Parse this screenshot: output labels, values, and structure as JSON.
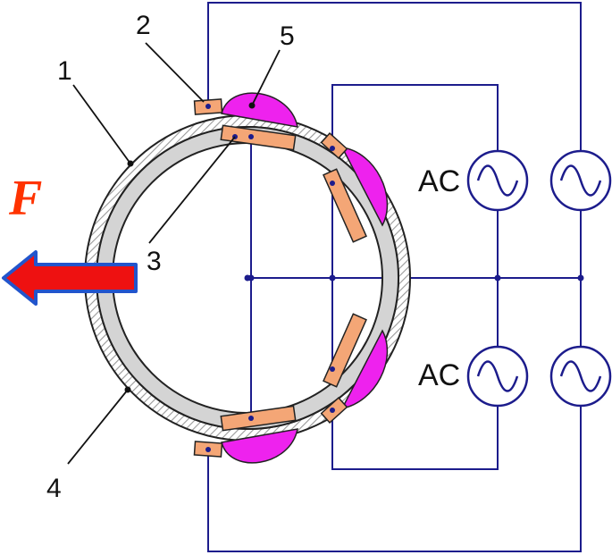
{
  "labels": {
    "force": "F",
    "part_1": "1",
    "part_2": "2",
    "part_3": "3",
    "part_4": "4",
    "part_5": "5",
    "ac_upper": "AC",
    "ac_lower": "AC"
  },
  "colors": {
    "wire": "#1c1c8c",
    "outer_shell_hatch": "#9a9a9a",
    "inner_ring": "#d4d4d4",
    "electrode": "#f4a676",
    "bulge": "#ee22ee",
    "force_arrow_fill": "#ee1111",
    "force_arrow_edge": "#2255cc",
    "force_text": "#ff3300"
  },
  "icons": {
    "ac_source": "sine-wave-in-circle-icon",
    "force": "left-arrow-icon"
  }
}
